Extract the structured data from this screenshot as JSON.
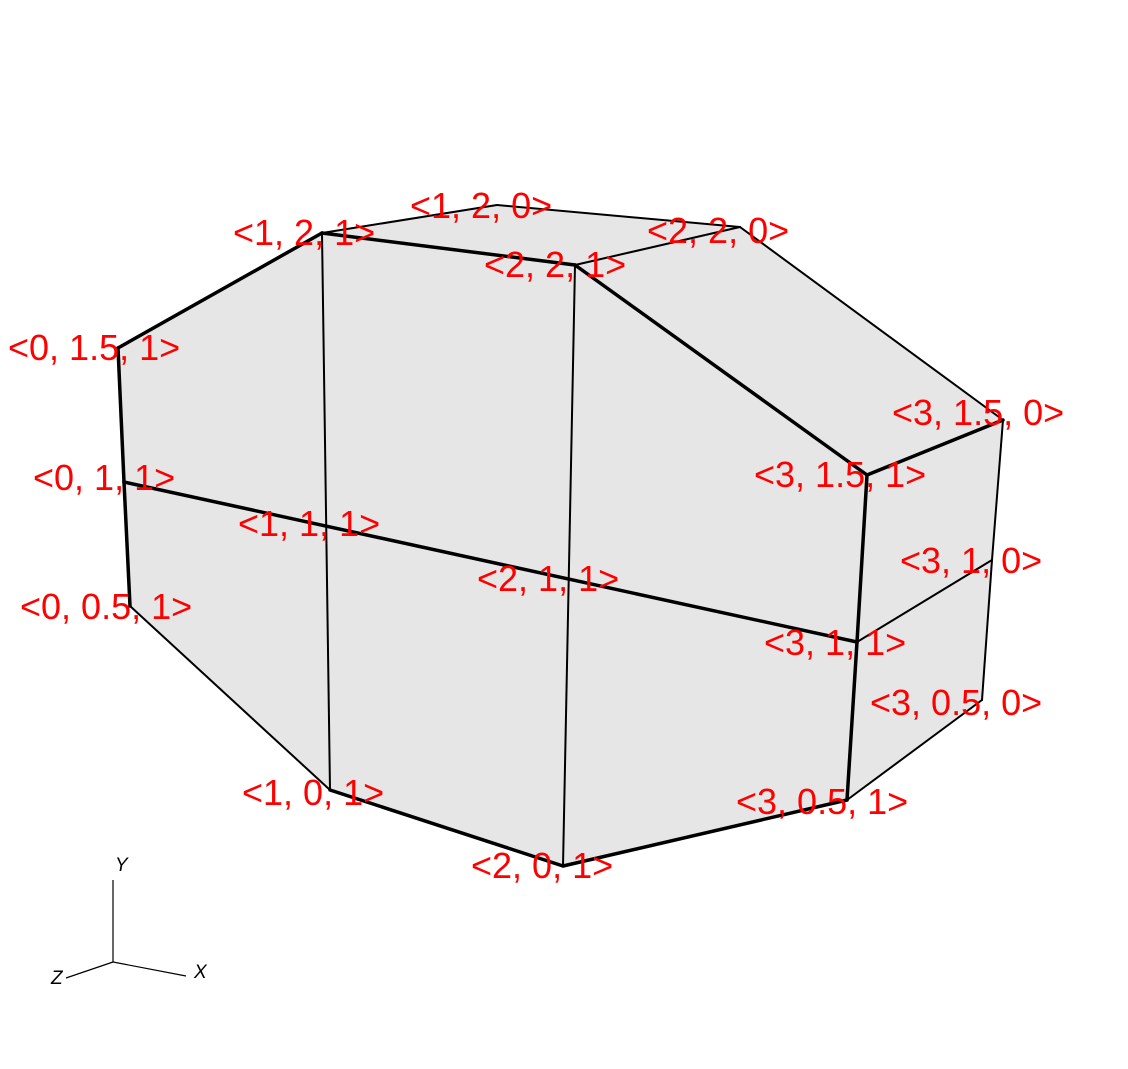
{
  "vertex_labels": {
    "v120": "<1, 2, 0>",
    "v220": "<2, 2, 0>",
    "v121": "<1, 2, 1>",
    "v221": "<2, 2, 1>",
    "v0151": "<0, 1.5, 1>",
    "v3150": "<3, 1.5, 0>",
    "v3151": "<3, 1.5, 1>",
    "v011": "<0, 1, 1>",
    "v111": "<1, 1, 1>",
    "v211": "<2, 1, 1>",
    "v310": "<3, 1, 0>",
    "v311": "<3, 1, 1>",
    "v0051": "<0, 0.5, 1>",
    "v3050": "<3, 0.5, 0>",
    "v101": "<1, 0, 1>",
    "v3051": "<3, 0.5, 1>",
    "v201": "<2, 0, 1>"
  },
  "axes": {
    "x": "X",
    "y": "Y",
    "z": "Z"
  },
  "colors": {
    "label": "#ff0000",
    "face": "#e6e6e6",
    "edge": "#000000",
    "background": "#ffffff"
  }
}
